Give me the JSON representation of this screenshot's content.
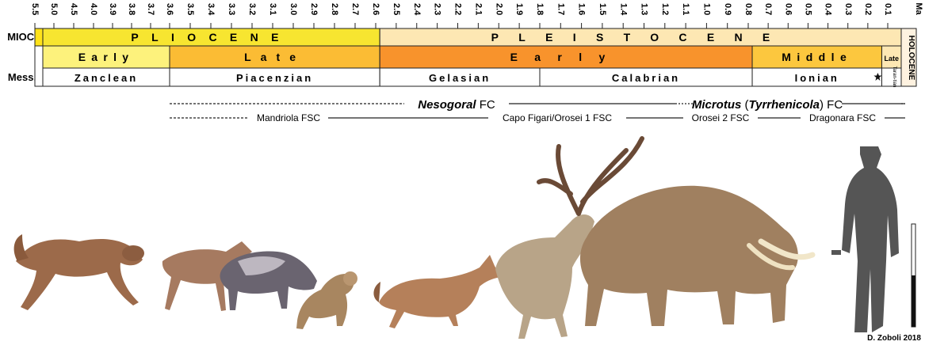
{
  "scale": {
    "unit_label": "Ma",
    "ticks": [
      {
        "ma": 5.5,
        "label": "5.5"
      },
      {
        "ma": 5.0,
        "label": "5.0"
      },
      {
        "ma": 4.5,
        "label": "4.5"
      },
      {
        "ma": 4.0,
        "label": "4.0"
      },
      {
        "ma": 3.9,
        "label": "3.9"
      },
      {
        "ma": 3.8,
        "label": "3.8"
      },
      {
        "ma": 3.7,
        "label": "3.7"
      },
      {
        "ma": 3.6,
        "label": "3.6"
      },
      {
        "ma": 3.5,
        "label": "3.5"
      },
      {
        "ma": 3.4,
        "label": "3.4"
      },
      {
        "ma": 3.3,
        "label": "3.3"
      },
      {
        "ma": 3.2,
        "label": "3.2"
      },
      {
        "ma": 3.1,
        "label": "3.1"
      },
      {
        "ma": 3.0,
        "label": "3.0"
      },
      {
        "ma": 2.9,
        "label": "2.9"
      },
      {
        "ma": 2.8,
        "label": "2.8"
      },
      {
        "ma": 2.7,
        "label": "2.7"
      },
      {
        "ma": 2.6,
        "label": "2.6"
      },
      {
        "ma": 2.5,
        "label": "2.5"
      },
      {
        "ma": 2.4,
        "label": "2.4"
      },
      {
        "ma": 2.3,
        "label": "2.3"
      },
      {
        "ma": 2.2,
        "label": "2.2"
      },
      {
        "ma": 2.1,
        "label": "2.1"
      },
      {
        "ma": 2.0,
        "label": "2.0"
      },
      {
        "ma": 1.9,
        "label": "1.9"
      },
      {
        "ma": 1.8,
        "label": "1.8"
      },
      {
        "ma": 1.7,
        "label": "1.7"
      },
      {
        "ma": 1.6,
        "label": "1.6"
      },
      {
        "ma": 1.5,
        "label": "1.5"
      },
      {
        "ma": 1.4,
        "label": "1.4"
      },
      {
        "ma": 1.3,
        "label": "1.3"
      },
      {
        "ma": 1.2,
        "label": "1.2"
      },
      {
        "ma": 1.1,
        "label": "1.1"
      },
      {
        "ma": 1.0,
        "label": "1.0"
      },
      {
        "ma": 0.9,
        "label": "0.9"
      },
      {
        "ma": 0.8,
        "label": "0.8"
      },
      {
        "ma": 0.7,
        "label": "0.7"
      },
      {
        "ma": 0.6,
        "label": "0.6"
      },
      {
        "ma": 0.5,
        "label": "0.5"
      },
      {
        "ma": 0.4,
        "label": "0.4"
      },
      {
        "ma": 0.3,
        "label": "0.3"
      },
      {
        "ma": 0.2,
        "label": "0.2"
      },
      {
        "ma": 0.1,
        "label": "0.1"
      }
    ]
  },
  "rows": {
    "row1_label": "MIOC.",
    "row3_label": "Mess.",
    "epochs": [
      {
        "id": "pliocene",
        "name": "PLIOCENE",
        "start_ma": 5.33,
        "end_ma": 2.58,
        "color": "#f7e530"
      },
      {
        "id": "pleistocene",
        "name": "PLEISTOCENE",
        "start_ma": 2.58,
        "end_ma": 0.0117,
        "color": "#fde7b3"
      }
    ],
    "holocene": "HOLOCENE",
    "subepochs": [
      {
        "id": "early-pliocene",
        "name": "Early",
        "start_ma": 5.33,
        "end_ma": 3.6,
        "color": "#fdf27c",
        "spaced": true
      },
      {
        "id": "late-pliocene",
        "name": "Late",
        "start_ma": 3.6,
        "end_ma": 2.58,
        "color": "#fbbc34",
        "spaced": true
      },
      {
        "id": "early-pleistocene",
        "name": "Early",
        "start_ma": 2.58,
        "end_ma": 0.78,
        "color": "#f8932c",
        "spaced": true
      },
      {
        "id": "middle-pleistocene",
        "name": "Middle",
        "start_ma": 0.78,
        "end_ma": 0.13,
        "color": "#fcc73e",
        "spaced": true
      },
      {
        "id": "late-pleistocene",
        "name": "Late",
        "start_ma": 0.13,
        "end_ma": 0.0117,
        "color": "#fde7b3",
        "spaced": false
      }
    ],
    "stages": [
      {
        "id": "zanclean",
        "name": "Zanclean",
        "start_ma": 5.33,
        "end_ma": 3.6
      },
      {
        "id": "piacenzian",
        "name": "Piacenzian",
        "start_ma": 3.6,
        "end_ma": 2.58
      },
      {
        "id": "gelasian",
        "name": "Gelasian",
        "start_ma": 2.58,
        "end_ma": 1.8
      },
      {
        "id": "calabrian",
        "name": "Calabrian",
        "start_ma": 1.8,
        "end_ma": 0.78
      },
      {
        "id": "ionian",
        "name": "Ionian",
        "start_ma": 0.78,
        "end_ma": 0.13
      }
    ],
    "tarantian": "Taran-tian"
  },
  "faunal_complexes": {
    "nesogoral": {
      "name_italic": "Nesogoral",
      "suffix": " FC"
    },
    "microtus": {
      "name_italic_a": "Microtus",
      "name_plain_b": " (",
      "name_italic_c": "Tyrrhenicola",
      "suffix": ") FC"
    },
    "subcomplexes": [
      {
        "id": "mandriola",
        "label": "Mandriola FSC"
      },
      {
        "id": "capo-figari",
        "label": "Capo Figari/Orosei 1 FSC"
      },
      {
        "id": "orosei2",
        "label": "Orosei 2 FSC"
      },
      {
        "id": "dragonara",
        "label": "Dragonara FSC"
      }
    ]
  },
  "credit": "D. Zoboli 2018"
}
